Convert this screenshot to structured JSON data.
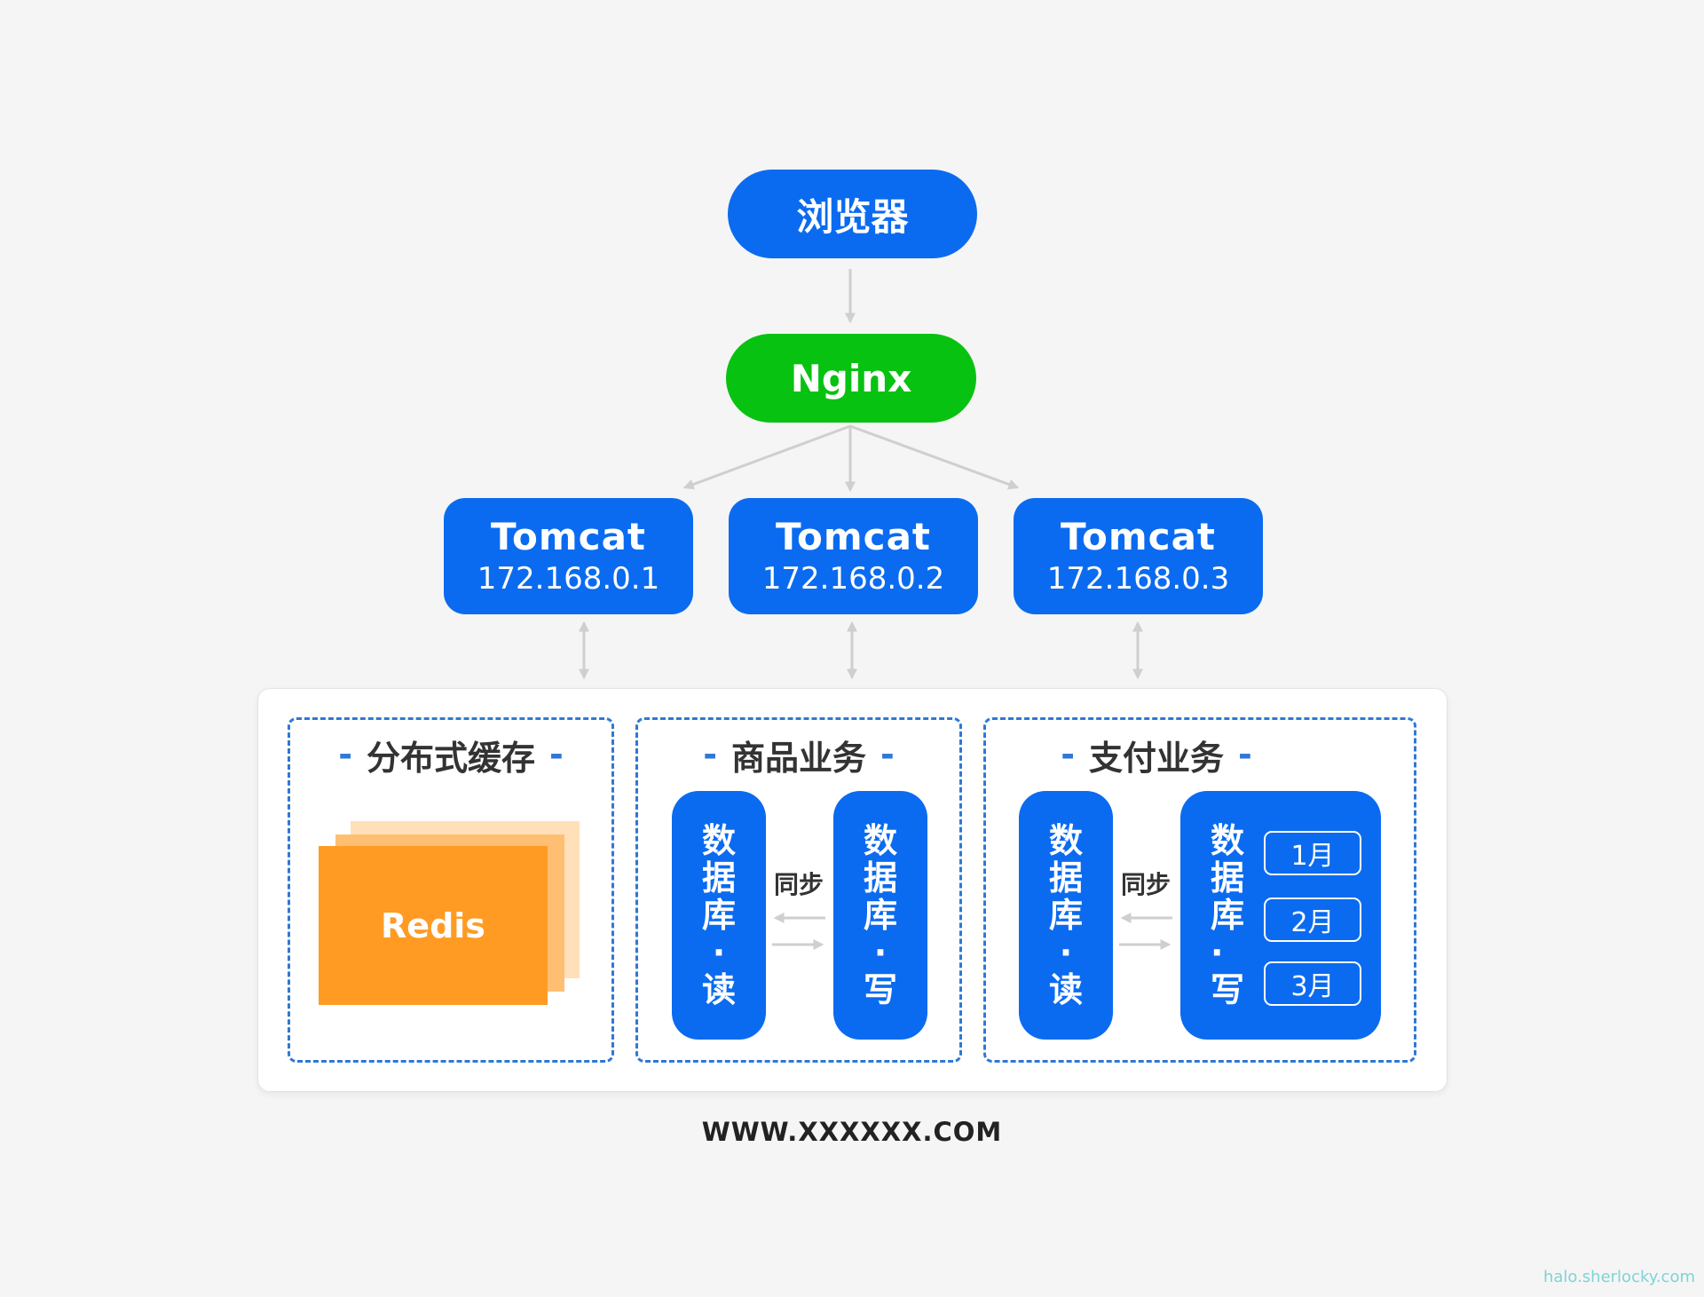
{
  "browser": {
    "label": "浏览器",
    "color": "#0b6bf0"
  },
  "nginx": {
    "label": "Nginx",
    "color": "#08c211"
  },
  "tomcats": [
    {
      "name": "Tomcat",
      "ip": "172.168.0.1"
    },
    {
      "name": "Tomcat",
      "ip": "172.168.0.2"
    },
    {
      "name": "Tomcat",
      "ip": "172.168.0.3"
    }
  ],
  "groups": {
    "cache": {
      "title": "分布式缓存",
      "redis_label": "Redis"
    },
    "goods": {
      "title": "商品业务",
      "read_db": [
        "数",
        "据",
        "库",
        "·",
        "读"
      ],
      "write_db": [
        "数",
        "据",
        "库",
        "·",
        "写"
      ],
      "sync_label": "同步"
    },
    "payment": {
      "title": "支付业务",
      "read_db": [
        "数",
        "据",
        "库",
        "·",
        "读"
      ],
      "write_db": [
        "数",
        "据",
        "库",
        "·",
        "写"
      ],
      "sync_label": "同步",
      "months": [
        "1月",
        "2月",
        "3月"
      ]
    }
  },
  "footer": "WWW.XXXXXX.COM",
  "watermark": "halo.sherlocky.com",
  "colors": {
    "accent_blue": "#0b6bf0",
    "green": "#08c211",
    "orange": "#ff9b23",
    "dashed_border": "#2f78d6"
  }
}
